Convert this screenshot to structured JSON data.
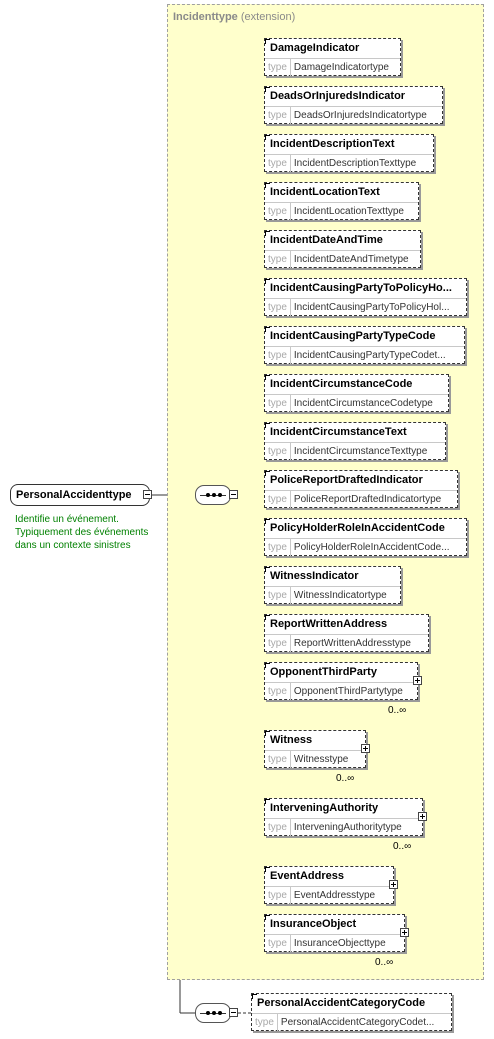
{
  "extension": {
    "name": "Incidenttype",
    "suffix": "(extension)"
  },
  "type_keyword": "type",
  "root": {
    "name": "PersonalAccidenttype",
    "documentation": "Identifie un événement. Typiquement des événements dans un contexte sinistres"
  },
  "elements": [
    {
      "name": "DamageIndicator",
      "type": "DamageIndicatortype"
    },
    {
      "name": "DeadsOrInjuredsIndicator",
      "type": "DeadsOrInjuredsIndicatortype"
    },
    {
      "name": "IncidentDescriptionText",
      "type": "IncidentDescriptionTexttype"
    },
    {
      "name": "IncidentLocationText",
      "type": "IncidentLocationTexttype"
    },
    {
      "name": "IncidentDateAndTime",
      "type": "IncidentDateAndTimetype"
    },
    {
      "name": "IncidentCausingPartyToPolicyHo...",
      "type": "IncidentCausingPartyToPolicyHol..."
    },
    {
      "name": "IncidentCausingPartyTypeCode",
      "type": "IncidentCausingPartyTypeCodet..."
    },
    {
      "name": "IncidentCircumstanceCode",
      "type": "IncidentCircumstanceCodetype"
    },
    {
      "name": "IncidentCircumstanceText",
      "type": "IncidentCircumstanceTexttype"
    },
    {
      "name": "PoliceReportDraftedIndicator",
      "type": "PoliceReportDraftedIndicatortype"
    },
    {
      "name": "PolicyHolderRoleInAccidentCode",
      "type": "PolicyHolderRoleInAccidentCode..."
    },
    {
      "name": "WitnessIndicator",
      "type": "WitnessIndicatortype"
    },
    {
      "name": "ReportWrittenAddress",
      "type": "ReportWrittenAddresstype"
    },
    {
      "name": "OpponentThirdParty",
      "type": "OpponentThirdPartytype",
      "cardinality": "0..∞",
      "expandable": true
    },
    {
      "name": "Witness",
      "type": "Witnesstype",
      "cardinality": "0..∞",
      "expandable": true
    },
    {
      "name": "InterveningAuthority",
      "type": "InterveningAuthoritytype",
      "cardinality": "0..∞",
      "expandable": true
    },
    {
      "name": "EventAddress",
      "type": "EventAddresstype",
      "expandable": true
    },
    {
      "name": "InsuranceObject",
      "type": "InsuranceObjecttype",
      "cardinality": "0..∞",
      "expandable": true
    }
  ],
  "extra_element": {
    "name": "PersonalAccidentCategoryCode",
    "type": "PersonalAccidentCategoryCodet..."
  },
  "colors": {
    "extension_bg": "#ffffcc",
    "documentation": "#008000",
    "type_keyword": "#a8a8a8"
  }
}
